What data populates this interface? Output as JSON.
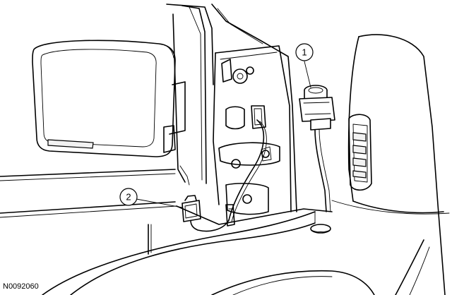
{
  "callouts": [
    {
      "label": "1"
    },
    {
      "label": "2"
    }
  ],
  "figure_id": "N0092060"
}
